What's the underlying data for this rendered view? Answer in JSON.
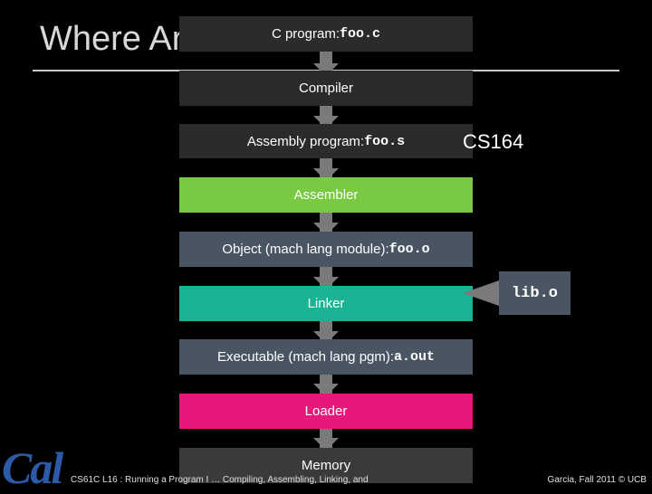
{
  "slide": {
    "title": "Where Are We Now?",
    "footer_left": "CS61C L16 : Running a Program I … Compiling, Assembling, Linking, and",
    "footer_right": "Garcia, Fall 2011 © UCB",
    "logo_text": "Cal"
  },
  "flow": {
    "c_program": {
      "label": "C program: ",
      "file": "foo.c"
    },
    "compiler": {
      "label": "Compiler"
    },
    "assembly": {
      "label": "Assembly program: ",
      "file": "foo.s"
    },
    "assembler": {
      "label": "Assembler"
    },
    "object": {
      "label": "Object (mach lang module): ",
      "file": "foo.o"
    },
    "linker": {
      "label": "Linker"
    },
    "executable": {
      "label": "Executable (mach lang pgm): ",
      "file": "a.out"
    },
    "loader": {
      "label": "Loader"
    },
    "memory": {
      "label": "Memory"
    }
  },
  "side": {
    "cs164": "CS164",
    "lib": "lib.o"
  },
  "colors": {
    "dark_box": "#2b2b2b",
    "assembler": "#7ac943",
    "object": "#4a5563",
    "linker": "#1ab394",
    "executable": "#4a5563",
    "loader": "#e8177a",
    "memory": "#3a3a3a",
    "arrow": "#7a7a7a"
  }
}
